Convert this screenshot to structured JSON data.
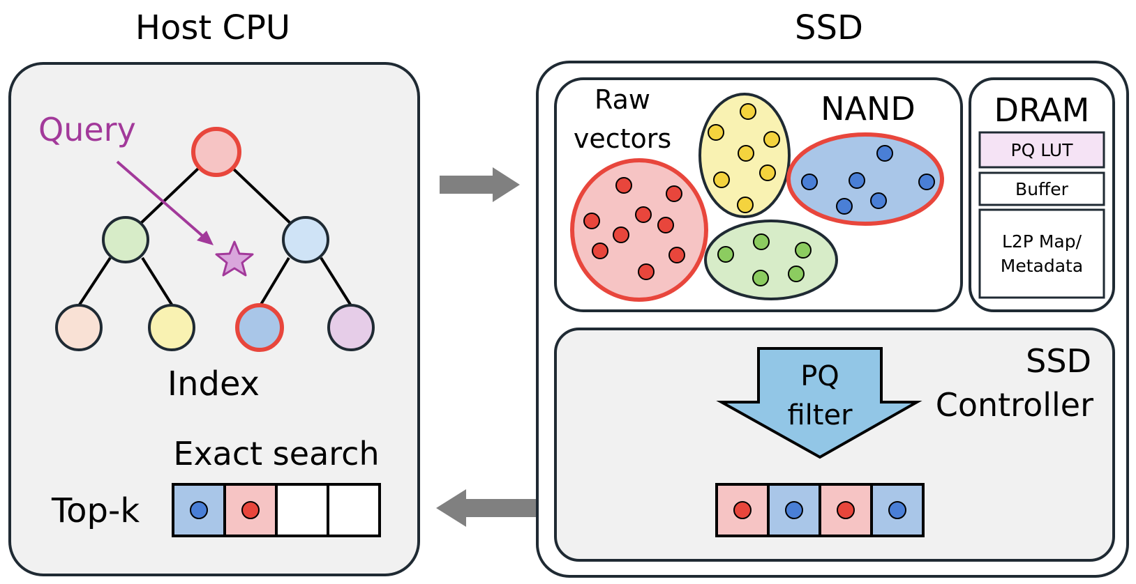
{
  "host": {
    "title": "Host CPU",
    "query_label": "Query",
    "index_label": "Index",
    "exact_search_label": "Exact search",
    "topk_label": "Top-k"
  },
  "ssd": {
    "title": "SSD",
    "nand_label": "NAND",
    "raw_vectors_line1": "Raw",
    "raw_vectors_line2": "vectors",
    "dram_label": "DRAM",
    "dram_items": [
      "PQ LUT",
      "Buffer",
      "L2P Map/",
      "Metadata"
    ],
    "controller_line1": "SSD",
    "controller_line2": "Controller",
    "pq_filter_line1": "PQ",
    "pq_filter_line2": "filter"
  },
  "colors": {
    "red": "#e8463c",
    "pink_fill": "#f6c4c4",
    "blue_fill": "#a9c6e8",
    "blue_dot": "#4a7fd6",
    "yellow_fill": "#f9f2b2",
    "yellow_dot": "#f4d33e",
    "green_fill": "#d7ecc8",
    "green_dot": "#8ccc60",
    "purple": "#a2399a",
    "star_fill": "#d9a6dc",
    "panel_gray": "#f1f1f1",
    "arrow_gray": "#808080",
    "pq_blue": "#92c6e6",
    "lut_fill": "#f5e3f5"
  }
}
